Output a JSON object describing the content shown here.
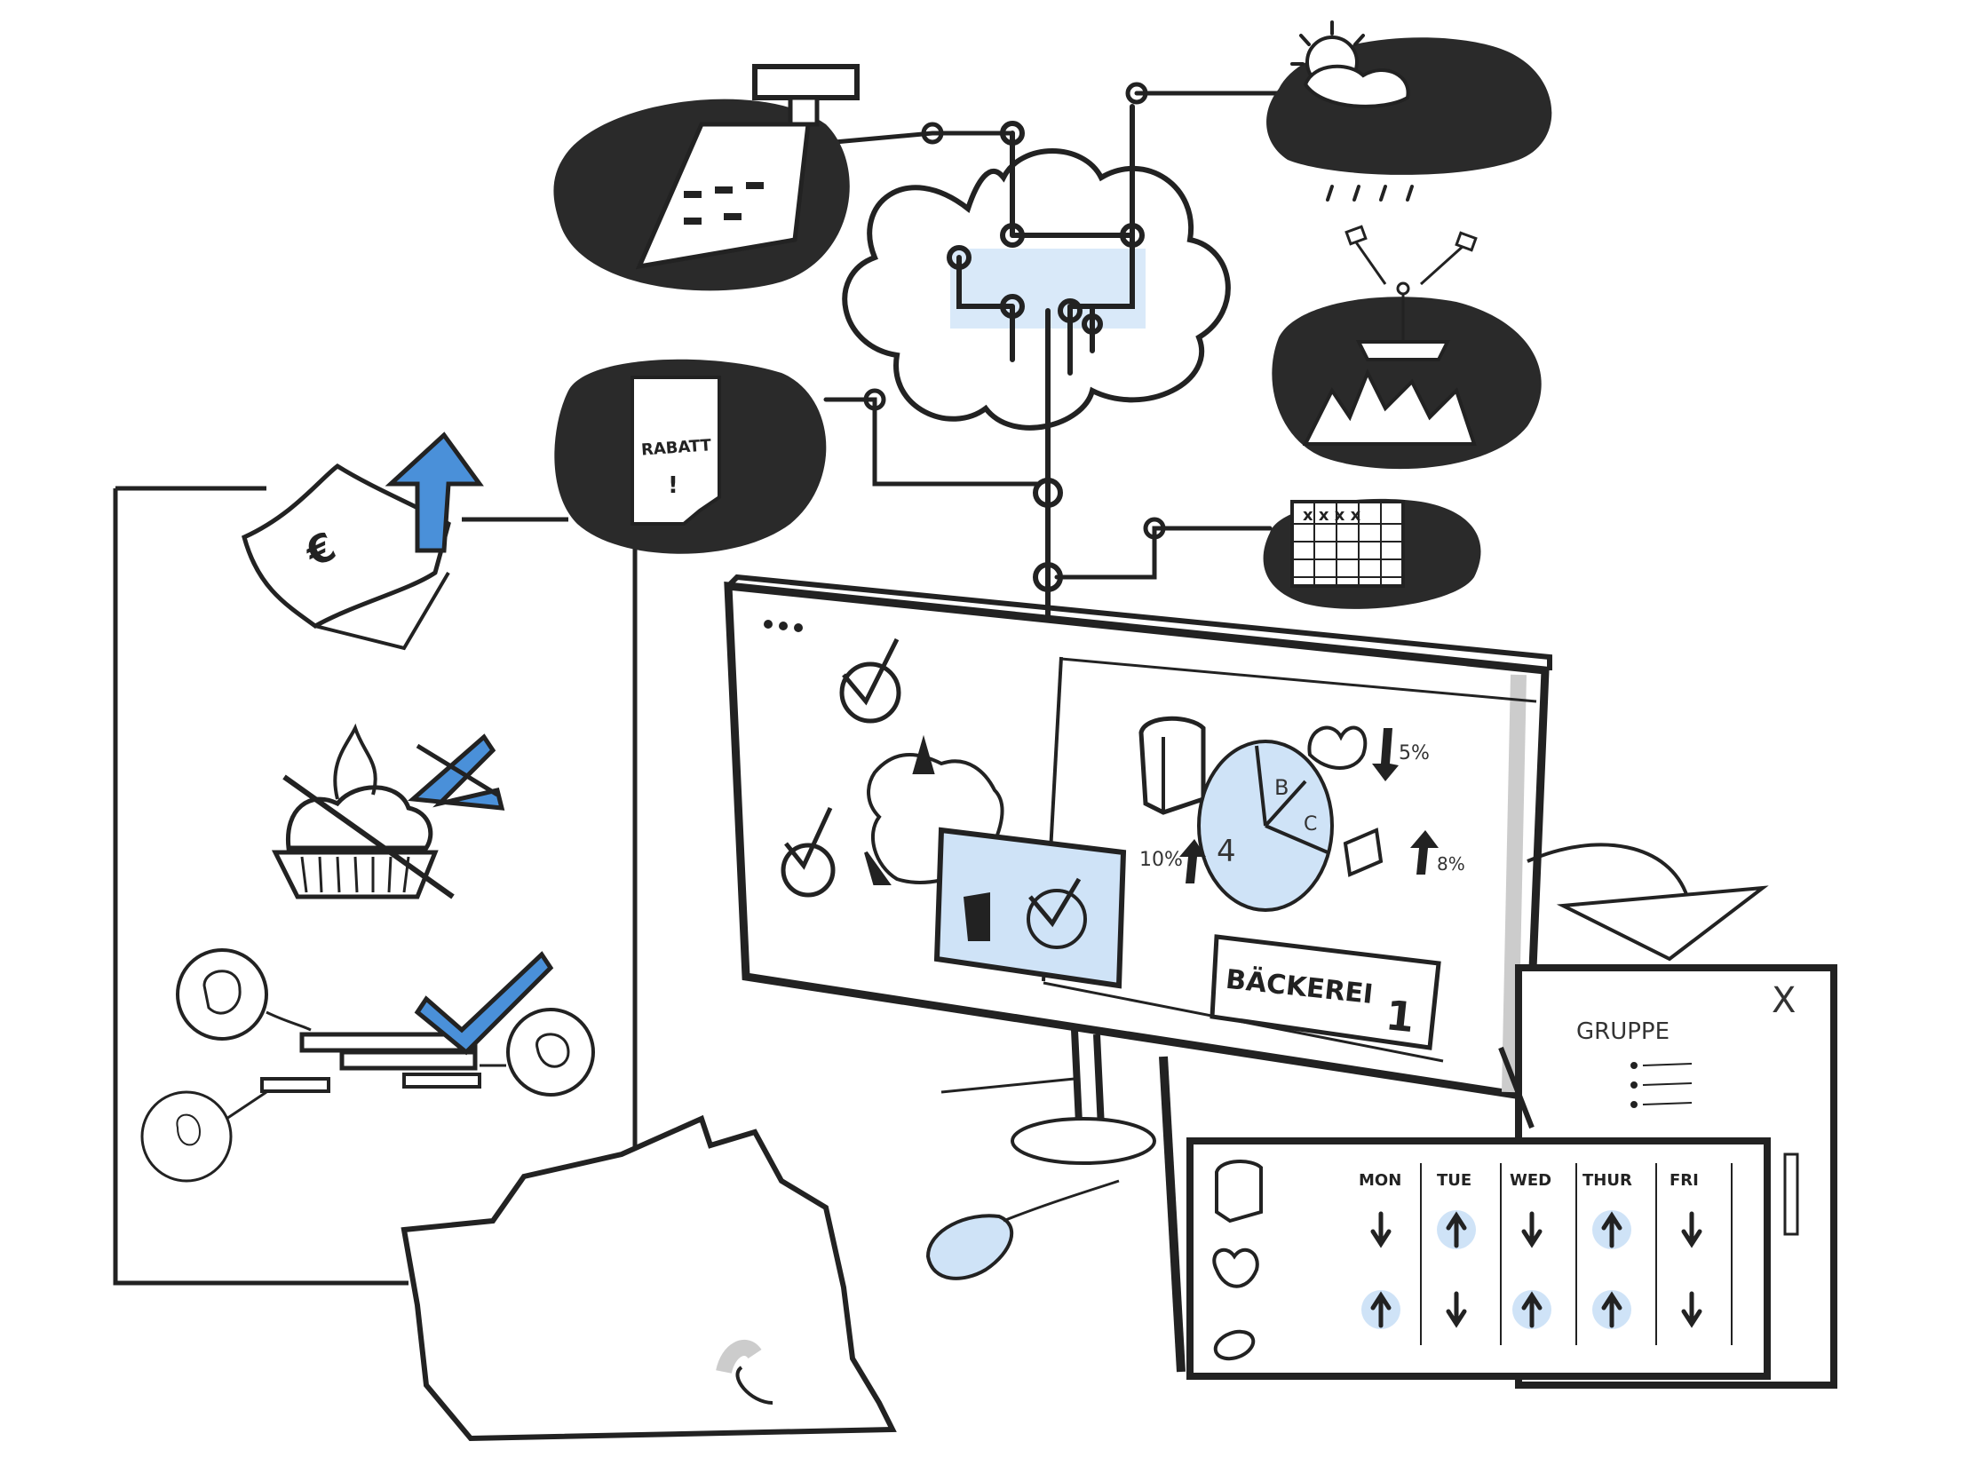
{
  "colors": {
    "ink": "#222222",
    "accent": "#4a90d9",
    "accent_light": "#cfe3f7",
    "paper": "#ffffff",
    "grey": "#cccccc"
  },
  "coupon": {
    "text": "RABATT",
    "mark": "!"
  },
  "dashboard": {
    "pie_labels": {
      "a": "4",
      "b": "B",
      "c": "C"
    },
    "stats": {
      "down": "5%",
      "up_left": "10%",
      "up_right": "8%"
    },
    "store_name": "BÄCKEREI",
    "store_number": "1"
  },
  "group_window": {
    "title": "GRUPPE",
    "close_symbol": "X",
    "days": [
      "MON",
      "TUE",
      "WED",
      "THUR",
      "FRI"
    ],
    "rows": [
      {
        "product": "bread-icon",
        "trends": [
          "down",
          "up",
          "down",
          "up",
          "down"
        ]
      },
      {
        "product": "pretzel-icon",
        "trends": [
          "up",
          "down",
          "up",
          "up",
          "down"
        ]
      },
      {
        "product": "roll-icon",
        "trends": [
          "",
          "",
          "",
          "",
          ""
        ]
      }
    ]
  },
  "currency_symbol": "€"
}
